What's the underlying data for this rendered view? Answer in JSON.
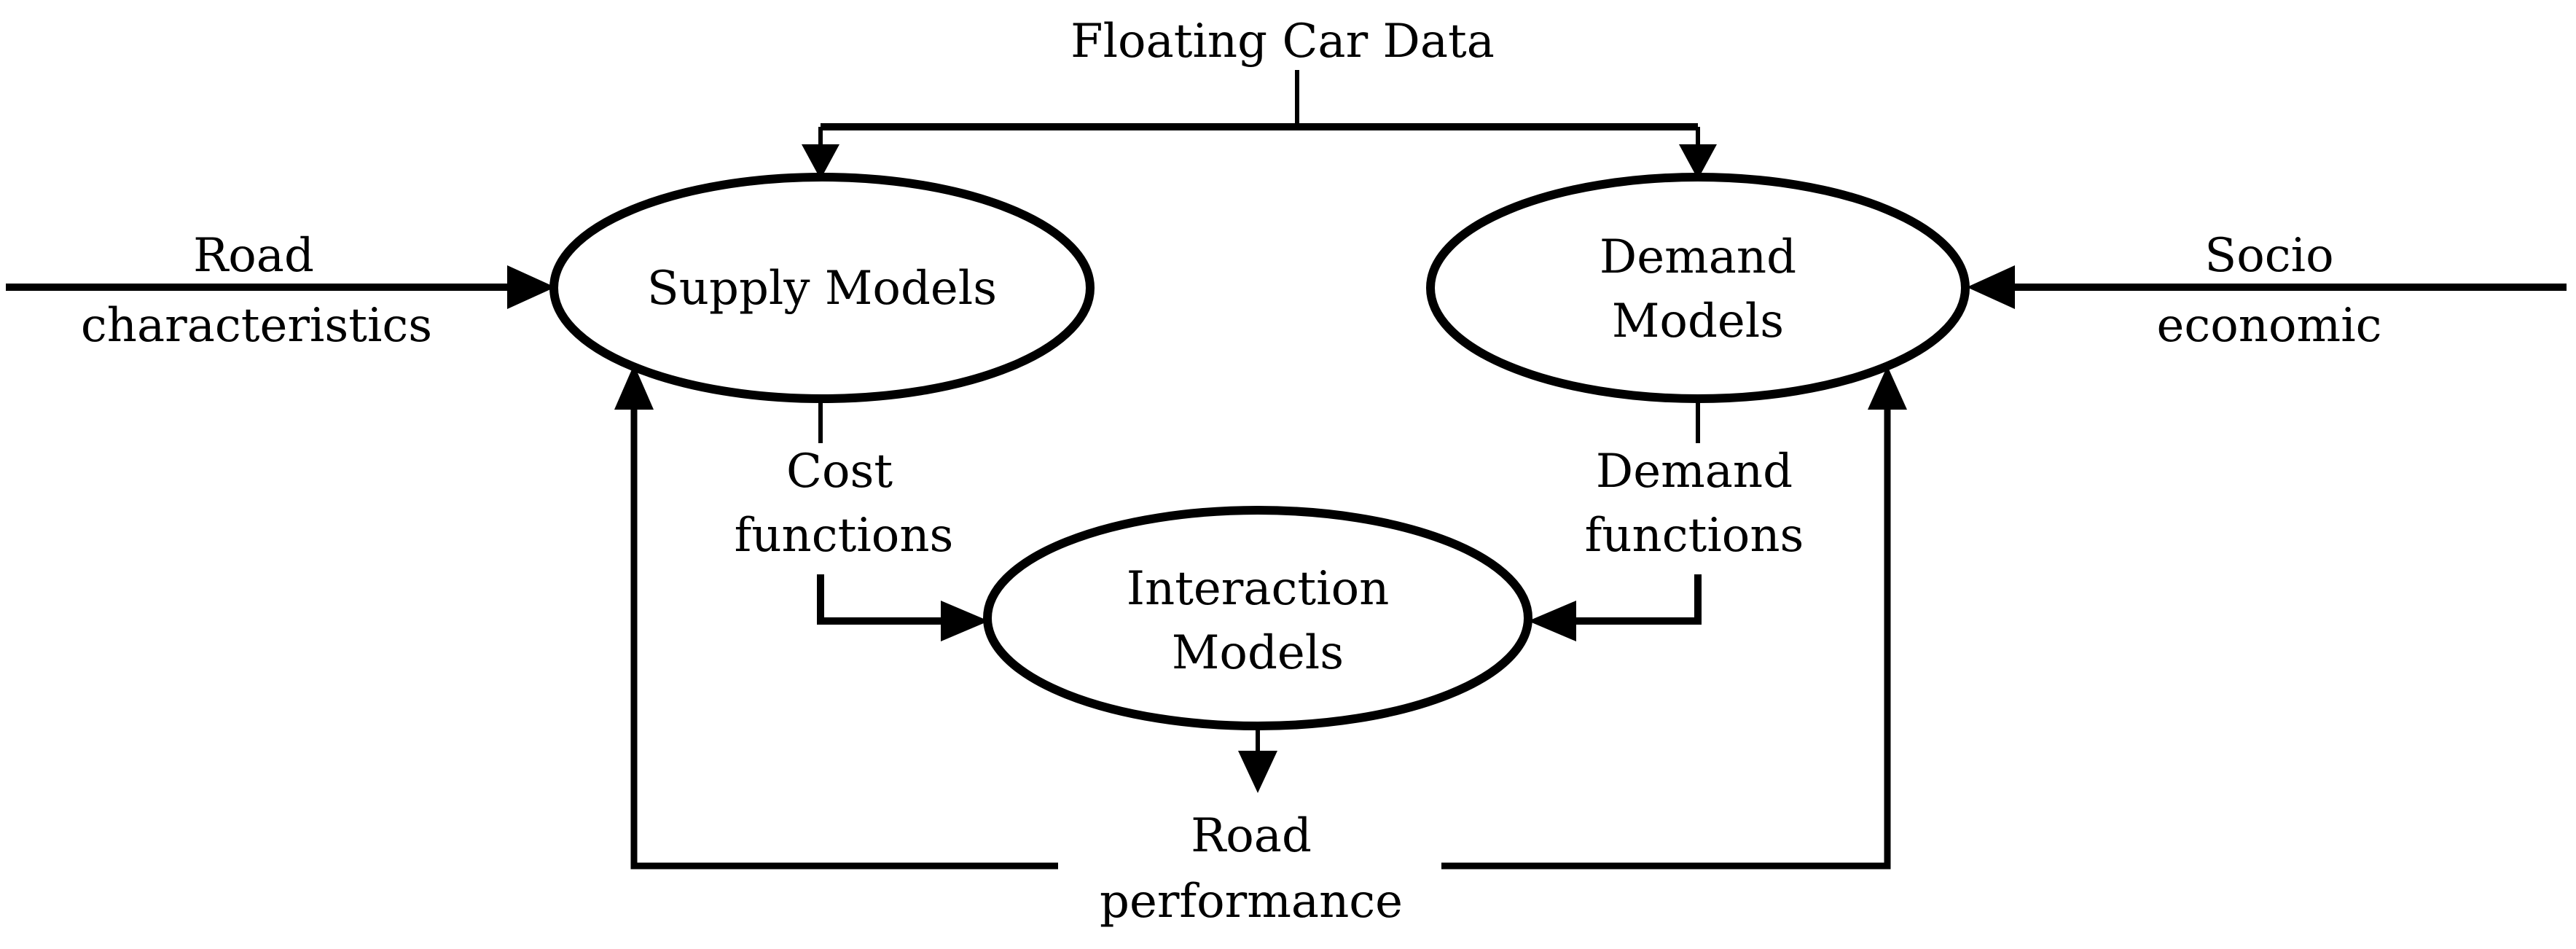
{
  "diagram": {
    "title": "Floating Car Data",
    "nodes": {
      "supply": {
        "label": "Supply Models"
      },
      "demand": {
        "line1": "Demand",
        "line2": "Models"
      },
      "interaction": {
        "line1": "Interaction",
        "line2": "Models"
      }
    },
    "labels": {
      "road_characteristics": {
        "line1": "Road",
        "line2": "characteristics"
      },
      "socio_economic": {
        "line1": "Socio",
        "line2": "economic"
      },
      "cost_functions": {
        "line1": "Cost",
        "line2": "functions"
      },
      "demand_functions": {
        "line1": "Demand",
        "line2": "functions"
      },
      "road_performance": {
        "line1": "Road",
        "line2": "performance"
      }
    },
    "colors": {
      "line": "#000000",
      "text": "#000000",
      "background": "#ffffff"
    }
  }
}
